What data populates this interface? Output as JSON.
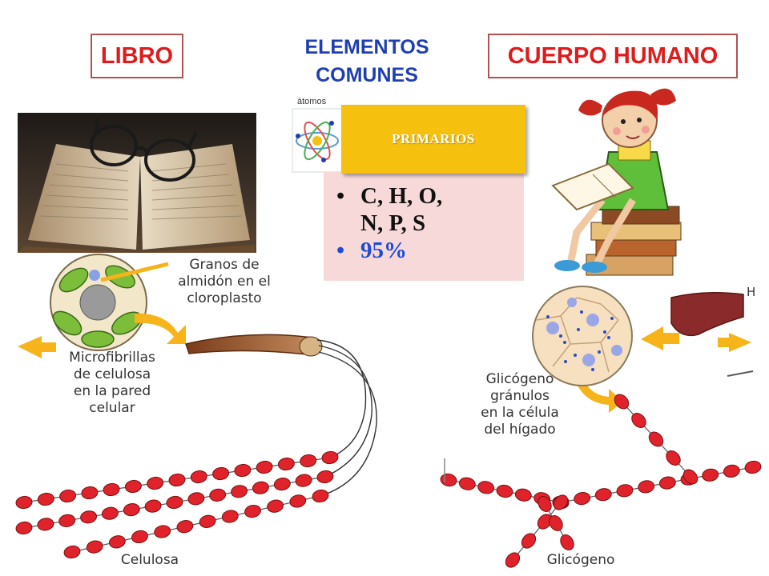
{
  "headers": {
    "left": "LIBRO",
    "center_line1": "ELEMENTOS",
    "center_line2": "COMUNES",
    "right": "CUERPO HUMANO"
  },
  "atomos_label": "átomos",
  "primarios": {
    "header": "PRIMARIOS",
    "line1": "C, H, O,",
    "line2": "N, P, S",
    "percent": "95%"
  },
  "plant_labels": {
    "granos_1": "Granos de",
    "granos_2": "almidón en el",
    "granos_3": "cloroplasto",
    "micro_1": "Microfibrillas",
    "micro_2": "de celulosa",
    "micro_3": "en la pared",
    "micro_4": "celular",
    "celulosa": "Celulosa"
  },
  "liver_labels": {
    "glico_1": "Glicógeno",
    "glico_2": "gránulos",
    "glico_3": "en la célula",
    "glico_4": "del hígado",
    "glicogeno": "Glicógeno",
    "edge_letter": "H"
  },
  "colors": {
    "title_red": "#e01b1b",
    "title_border": "#b35050",
    "blue": "#1f3fb0",
    "primarios_gold": "#f6c10e",
    "panel_pink": "#f7d9d9",
    "bead_red": "#e0232a",
    "arrow_orange": "#f6b31a",
    "liver": "#8a2a2a"
  }
}
